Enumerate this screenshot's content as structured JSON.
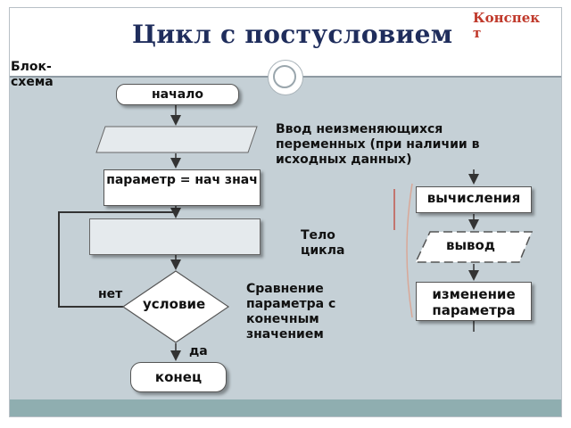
{
  "slide": {
    "title": "Цикл с постусловием",
    "konspekt": "Конспект",
    "side_label": "Блок-схема"
  },
  "flowchart": {
    "start": "начало",
    "assign": "параметр = нач знач",
    "condition": "условие",
    "no": "нет",
    "yes": "да",
    "end": "конец",
    "input_desc": "Ввод неизменяющихся переменных (при наличии в исходных данных)",
    "body_desc": "Тело цикла",
    "compare_desc": "Сравнение параметра с конечным значением"
  },
  "body_legend": {
    "calc": "вычисления",
    "output": "вывод",
    "change": "изменение параметра"
  }
}
